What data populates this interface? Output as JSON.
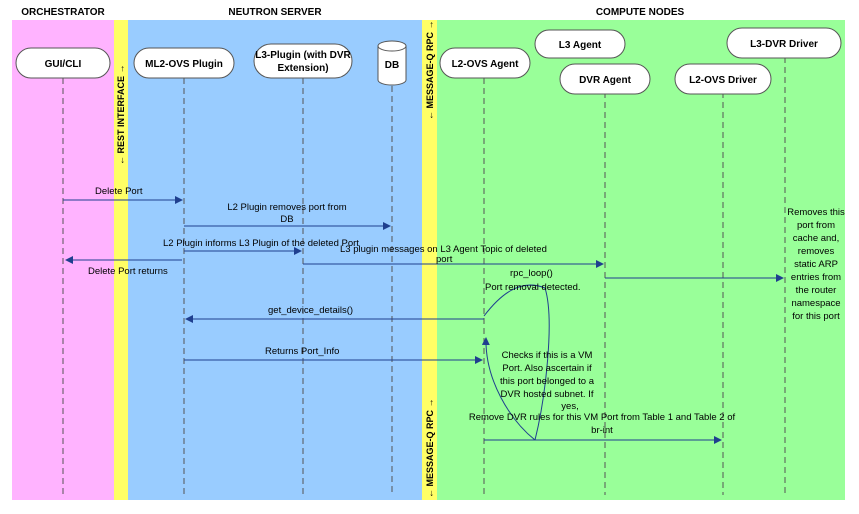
{
  "zones": {
    "orchestrator": "ORCHESTRATOR",
    "neutron": "NEUTRON SERVER",
    "compute": "COMPUTE NODES"
  },
  "bars": {
    "rest": "REST INTERFACE",
    "mq_top": "MESSAGE-Q RPC",
    "mq_bottom": "MESSAGE-Q RPC"
  },
  "participants": {
    "gui": "GUI/CLI",
    "ml2": "ML2-OVS Plugin",
    "l3plugin_1": "L3-Plugin (with DVR",
    "l3plugin_2": "Extension)",
    "db": "DB",
    "l2agent": "L2-OVS Agent",
    "l3agent": "L3 Agent",
    "dvragent": "DVR Agent",
    "l2driver": "L2-OVS Driver",
    "l3dvrdriver": "L3-DVR Driver"
  },
  "messages": {
    "delete_port": "Delete Port",
    "l2_removes_1": "L2 Plugin removes port from",
    "l2_removes_2": "DB",
    "l2_informs": "L2 Plugin informs L3 Plugin of the deleted Port",
    "l3_msgs_1": "L3 plugin messages on L3 Agent Topic of deleted",
    "l3_msgs_2": "port",
    "delete_returns": "Delete Port returns",
    "rpc_loop": "rpc_loop()",
    "port_removal": "Port removal detected.",
    "get_device": "get_device_details()",
    "returns_info": "Returns Port_Info",
    "checks_1": "Checks if this is a VM",
    "checks_2": "Port.  Also ascertain if",
    "checks_3": "this port belonged to a",
    "checks_4": "DVR hosted subnet.  If",
    "checks_5": "yes,",
    "remove_1": "Remove DVR rules for this VM Port from Table 1 and Table 2 of",
    "remove_2": "br-int",
    "note_1": "Removes this",
    "note_2": "port from",
    "note_3": "cache and,",
    "note_4": "removes",
    "note_5": "static ARP",
    "note_6": "entries from",
    "note_7": "the router",
    "note_8": "namespace",
    "note_9": "for this port"
  },
  "colors": {
    "orchestrator_bg": "#ffb3ff",
    "neutron_bg": "#99ccff",
    "compute_bg": "#99ff99",
    "bar": "#ffff66",
    "arrow": "#1f3f8f"
  }
}
